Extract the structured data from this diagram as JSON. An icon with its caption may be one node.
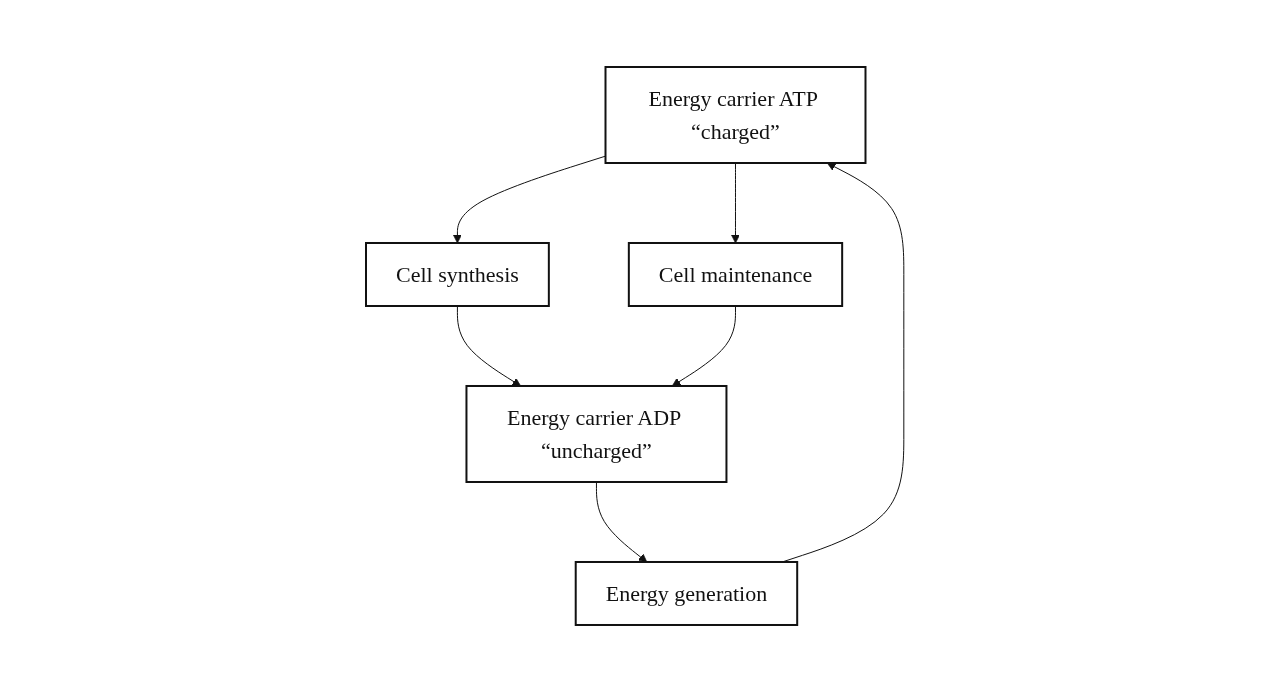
{
  "diagram": {
    "nodes": [
      {
        "text": [
          "Energy carrier ATP “charged”"
        ]
      },
      {
        "text": [
          "Energy generation"
        ]
      },
      {
        "text": [
          "Cell synthesis"
        ]
      },
      {
        "text": [
          "Cell maintenance"
        ]
      },
      {
        "text": [
          "Energy carrier ADP “uncharged”"
        ]
      }
    ],
    "edges": [
      {
        "from": 1,
        "to": 0,
        "arrow": "to"
      },
      {
        "from": 0,
        "to": 2,
        "arrow": "to"
      },
      {
        "from": 0,
        "to": 3,
        "arrow": "to"
      },
      {
        "from": 2,
        "to": 4,
        "arrow": "to"
      },
      {
        "from": 3,
        "to": 4,
        "arrow": "to"
      },
      {
        "from": 4,
        "to": 1,
        "arrow": "to"
      }
    ]
  }
}
